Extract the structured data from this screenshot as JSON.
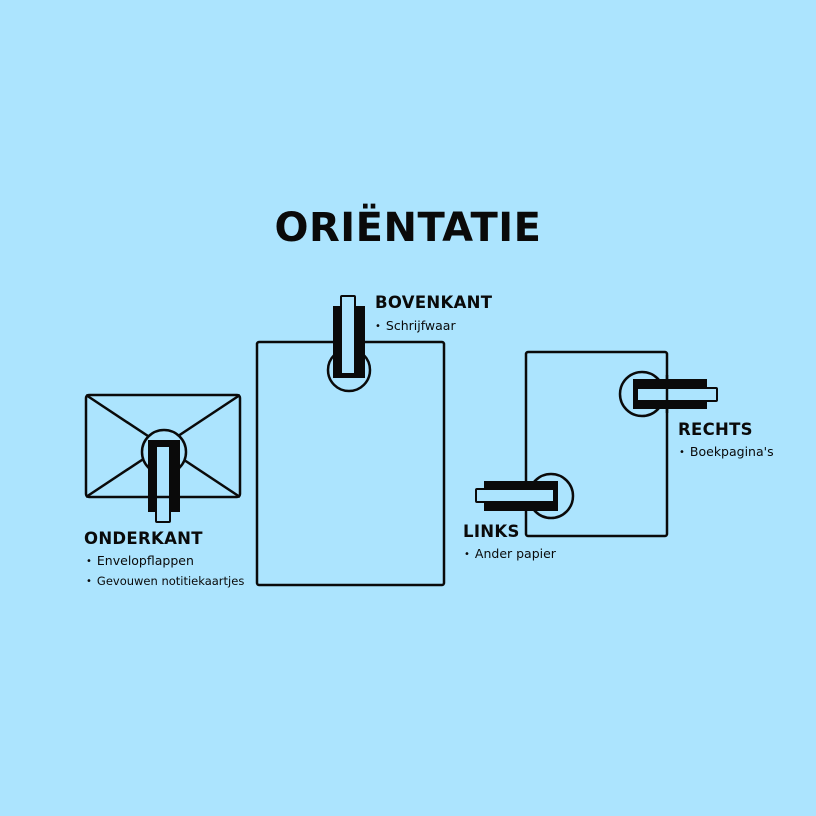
{
  "title": "ORIËNTATIE",
  "colors": {
    "background": "#ACE4FE",
    "ink": "#0A0A0A"
  },
  "sections": {
    "top": {
      "label": "BOVENKANT",
      "items": [
        "Schrijfwaar"
      ]
    },
    "bottom": {
      "label": "ONDERKANT",
      "items": [
        "Envelopflappen",
        "Gevouwen notitiekaartjes"
      ]
    },
    "left": {
      "label": "LINKS",
      "items": [
        "Ander papier"
      ]
    },
    "right": {
      "label": "RECHTS",
      "items": [
        "Boekpagina's"
      ]
    }
  },
  "bullet": "•",
  "icons": [
    "envelope-icon",
    "page-icon",
    "binder-clip-icon"
  ]
}
